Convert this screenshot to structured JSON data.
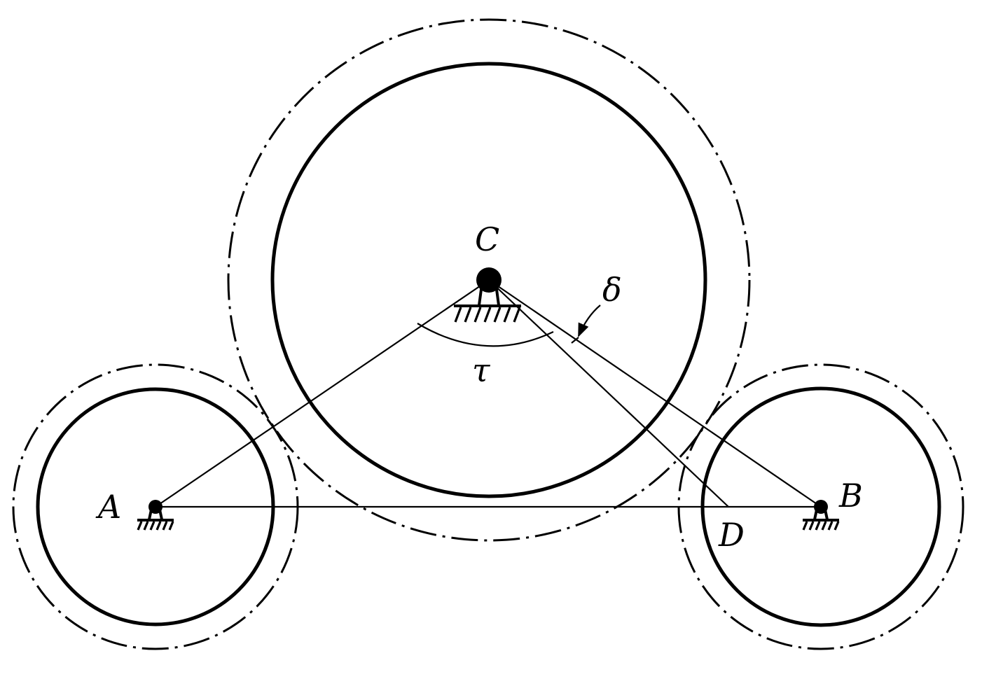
{
  "labels": {
    "A": "A",
    "B": "B",
    "C": "C",
    "D": "D",
    "tau": "τ",
    "delta": "δ"
  },
  "colors": {
    "stroke": "#000000",
    "background": "#ffffff"
  }
}
